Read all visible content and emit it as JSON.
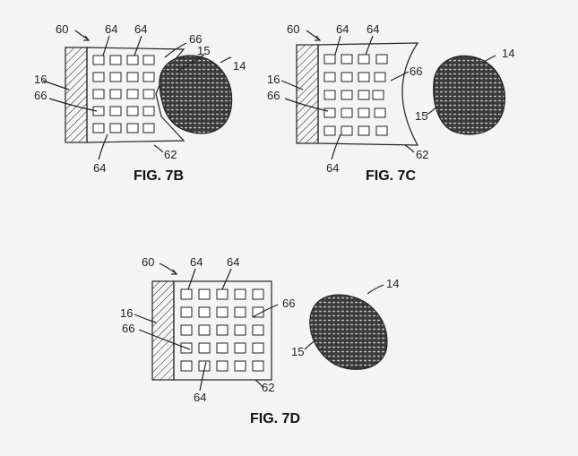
{
  "figures": [
    {
      "id": "7b",
      "caption": "FIG. 7B",
      "labels": {
        "assembly": "60",
        "cell_top_a": "64",
        "cell_top_b": "64",
        "wall_top": "66",
        "surface": "15",
        "object": "14",
        "base": "16",
        "wall_left": "66",
        "frame": "62",
        "cell_bottom": "64"
      }
    },
    {
      "id": "7c",
      "caption": "FIG. 7C",
      "labels": {
        "assembly": "60",
        "cell_top_a": "64",
        "cell_top_b": "64",
        "wall_top": "66",
        "object": "14",
        "base": "16",
        "wall_left": "66",
        "surface": "15",
        "frame": "62",
        "cell_bottom": "64"
      }
    },
    {
      "id": "7d",
      "caption": "FIG. 7D",
      "labels": {
        "assembly": "60",
        "cell_top_a": "64",
        "cell_top_b": "64",
        "object": "14",
        "wall_right": "66",
        "base": "16",
        "wall_left": "66",
        "surface": "15",
        "cell_bottom": "64",
        "frame": "62"
      }
    }
  ],
  "colors": {
    "line": "#222222",
    "fill_object": "#3a3a3a",
    "background": "#f4f4f4"
  }
}
